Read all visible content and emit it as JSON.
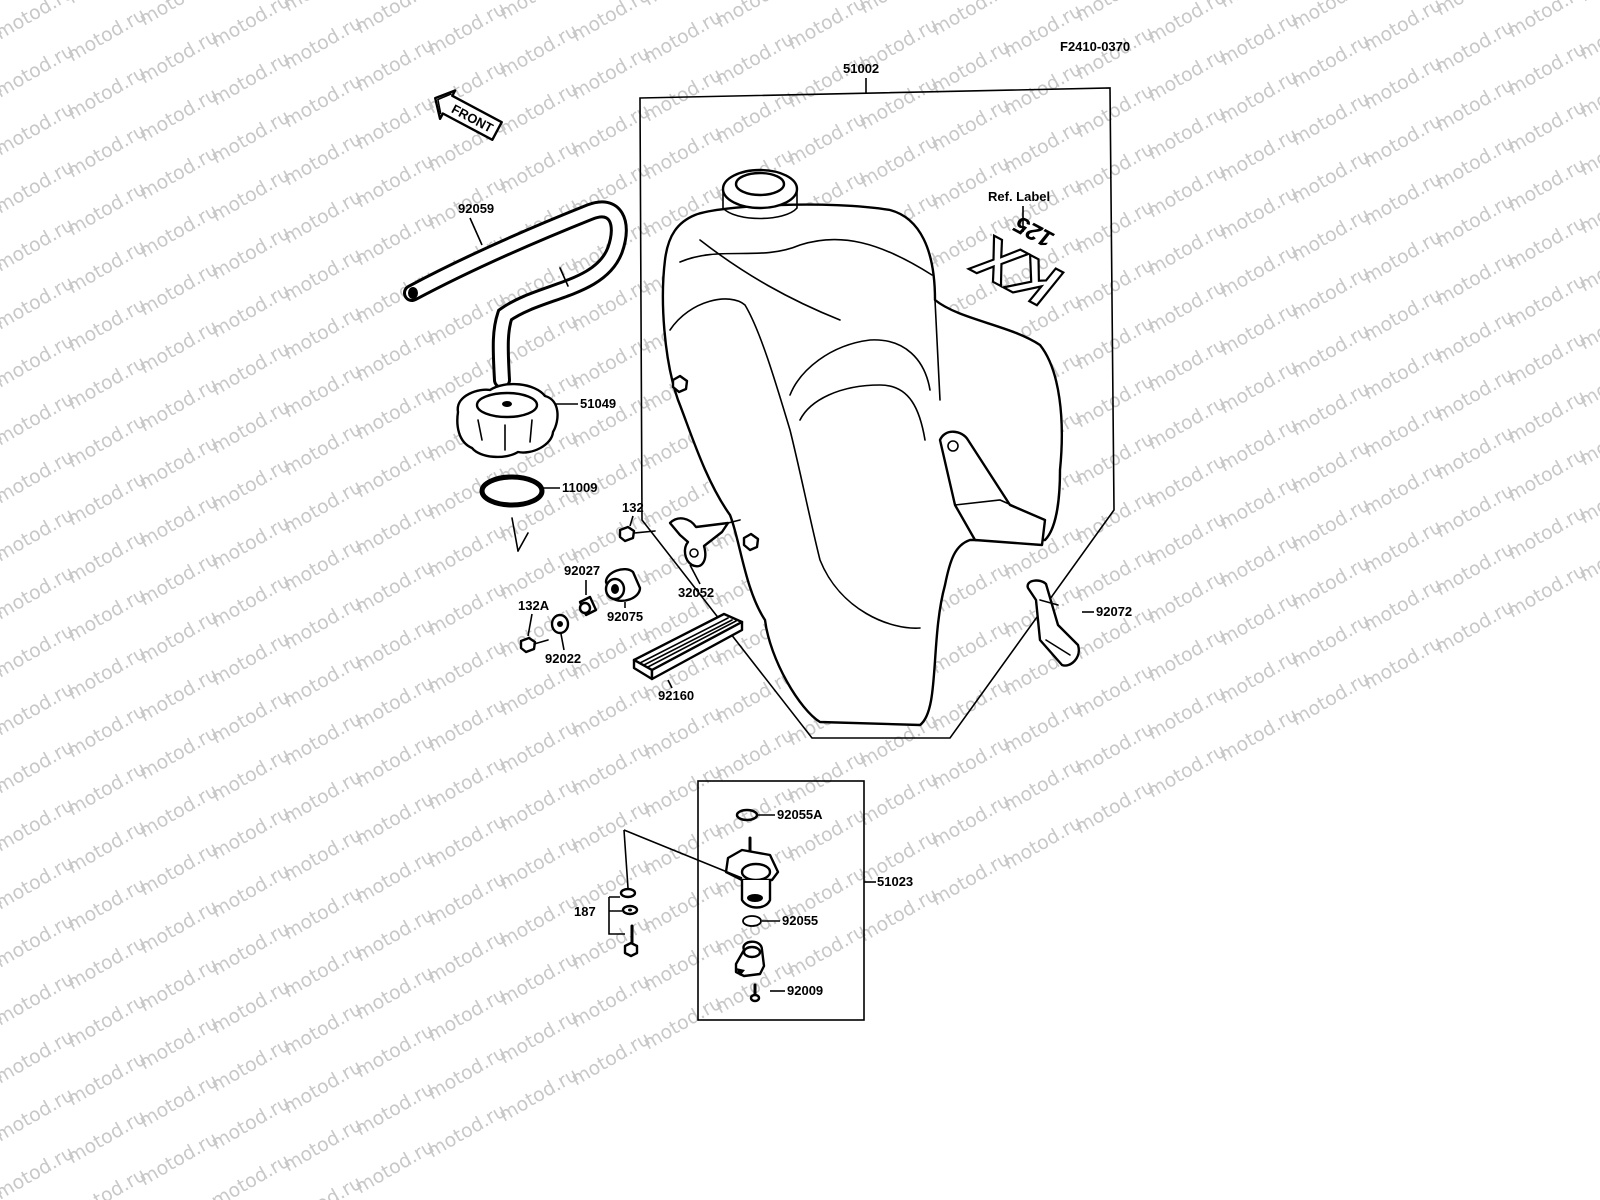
{
  "diagram_code": "F2410-0370",
  "watermark": "motod.ru",
  "front_arrow_text": "FRONT",
  "ref_label": "Ref. Label",
  "decal_text": {
    "model": "KX",
    "number": "125"
  },
  "parts": {
    "p51002": "51002",
    "p92059": "92059",
    "p51049": "51049",
    "p11009": "11009",
    "p132": "132",
    "p92027": "92027",
    "p32052": "32052",
    "p132A": "132A",
    "p92075": "92075",
    "p92022": "92022",
    "p92160": "92160",
    "p92072": "92072",
    "p92055A": "92055A",
    "p51023": "51023",
    "p187": "187",
    "p92055": "92055",
    "p92009": "92009"
  }
}
